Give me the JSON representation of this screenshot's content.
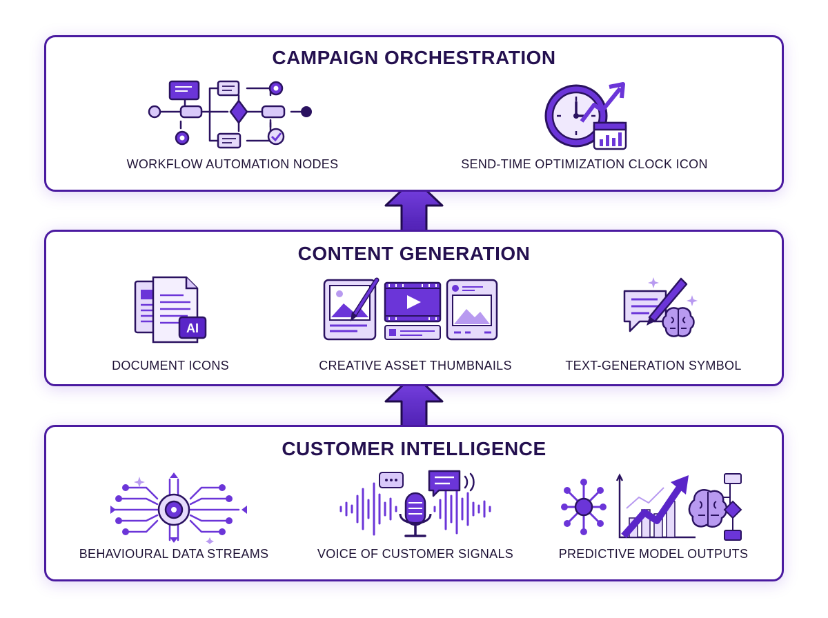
{
  "colors": {
    "border": "#4a1aa0",
    "accent": "#6b35d8",
    "light": "#e6dbfb",
    "dark": "#2a1260",
    "text": "#1e1235"
  },
  "layers": {
    "top": {
      "title": "CAMPAIGN ORCHESTRATION",
      "items": [
        {
          "label": "WORKFLOW AUTOMATION NODES",
          "icon": "workflow-nodes-icon"
        },
        {
          "label": "SEND-TIME OPTIMIZATION CLOCK ICON",
          "icon": "clock-chart-icon"
        }
      ]
    },
    "middle": {
      "title": "CONTENT GENERATION",
      "items": [
        {
          "label": "DOCUMENT ICONS",
          "icon": "ai-document-icon"
        },
        {
          "label": "CREATIVE ASSET THUMBNAILS",
          "icon": "creative-thumbnails-icon"
        },
        {
          "label": "TEXT-GENERATION SYMBOL",
          "icon": "pen-brain-icon"
        }
      ]
    },
    "bottom": {
      "title": "CUSTOMER INTELLIGENCE",
      "items": [
        {
          "label": "BEHAVIOURAL DATA STREAMS",
          "icon": "data-streams-icon"
        },
        {
          "label": "VOICE OF CUSTOMER SIGNALS",
          "icon": "microphone-icon"
        },
        {
          "label": "PREDICTIVE MODEL OUTPUTS",
          "icon": "predictive-model-icon"
        }
      ]
    }
  },
  "doc_badge": "AI"
}
